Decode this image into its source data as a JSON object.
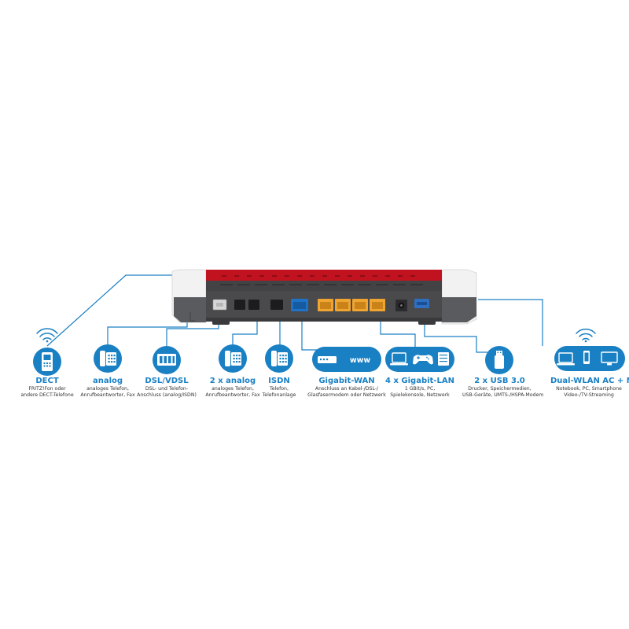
{
  "colors": {
    "accent": "#1a80c4",
    "body": "#4a4a4c",
    "red": "#c1121f",
    "lan": "#f0a531",
    "wan": "#1e73c8"
  },
  "features": [
    {
      "id": "dect",
      "icon": "dect-phone-icon",
      "title": "DECT",
      "sub1": "FRITZ!Fon oder",
      "sub2": "andere DECT-Telefone"
    },
    {
      "id": "analog",
      "icon": "analog-phone-icon",
      "title": "analog",
      "sub1": "analoges Telefon,",
      "sub2": "Anrufbeantworter, Fax"
    },
    {
      "id": "dsl",
      "icon": "modem-icon",
      "title": "DSL/VDSL",
      "sub1": "DSL- und Telefon-",
      "sub2": "Anschluss (analog/ISDN)"
    },
    {
      "id": "analog2",
      "icon": "analog-phone-icon",
      "title": "2 x analog",
      "sub1": "analoges Telefon,",
      "sub2": "Anrufbeantworter, Fax"
    },
    {
      "id": "isdn",
      "icon": "isdn-phone-icon",
      "title": "ISDN",
      "sub1": "Telefon,",
      "sub2": "Telefonanlage"
    },
    {
      "id": "wan",
      "icon": "www-router-icon",
      "title": "Gigabit-WAN",
      "sub1": "Anschluss an Kabel-/DSL-/",
      "sub2": "Glasfasermodem oder Netzwerk",
      "icon_text": "www"
    },
    {
      "id": "lan",
      "icon": "laptop-gamepad-server-icon",
      "title": "4 x Gigabit-LAN",
      "sub1": "1 GBit/s, PC,",
      "sub2": "Spielekonsole, Netzwerk"
    },
    {
      "id": "usb",
      "icon": "usb-stick-icon",
      "title": "2 x USB 3.0",
      "sub1": "Drucker, Speichermedien,",
      "sub2": "USB-Geräte, UMTS-/HSPA-Modem"
    },
    {
      "id": "wlan",
      "icon": "wifi-devices-icon",
      "title": "Dual-WLAN AC + N",
      "sub1": "Notebook, PC, Smartphone",
      "sub2": "Video-/TV-Streaming"
    }
  ]
}
